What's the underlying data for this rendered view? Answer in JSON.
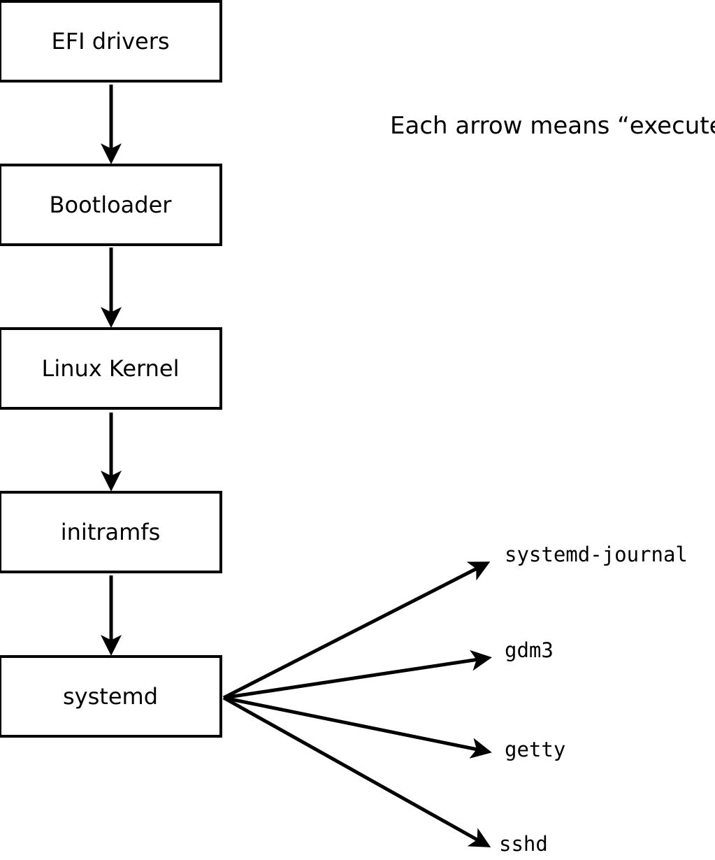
{
  "caption": "Each arrow means “executes”.",
  "colors": {
    "line": "#000000",
    "background": "#ffffff"
  },
  "boxes": [
    {
      "label": "EFI drivers"
    },
    {
      "label": "Bootloader"
    },
    {
      "label": "Linux Kernel"
    },
    {
      "label": "initramfs"
    },
    {
      "label": "systemd"
    }
  ],
  "targets": [
    {
      "label": "systemd-journal"
    },
    {
      "label": "gdm3"
    },
    {
      "label": "getty"
    },
    {
      "label": "sshd"
    }
  ],
  "edges": [
    {
      "from": "EFI drivers",
      "to": "Bootloader"
    },
    {
      "from": "Bootloader",
      "to": "Linux Kernel"
    },
    {
      "from": "Linux Kernel",
      "to": "initramfs"
    },
    {
      "from": "initramfs",
      "to": "systemd"
    },
    {
      "from": "systemd",
      "to": "systemd-journal"
    },
    {
      "from": "systemd",
      "to": "gdm3"
    },
    {
      "from": "systemd",
      "to": "getty"
    },
    {
      "from": "systemd",
      "to": "sshd"
    }
  ]
}
